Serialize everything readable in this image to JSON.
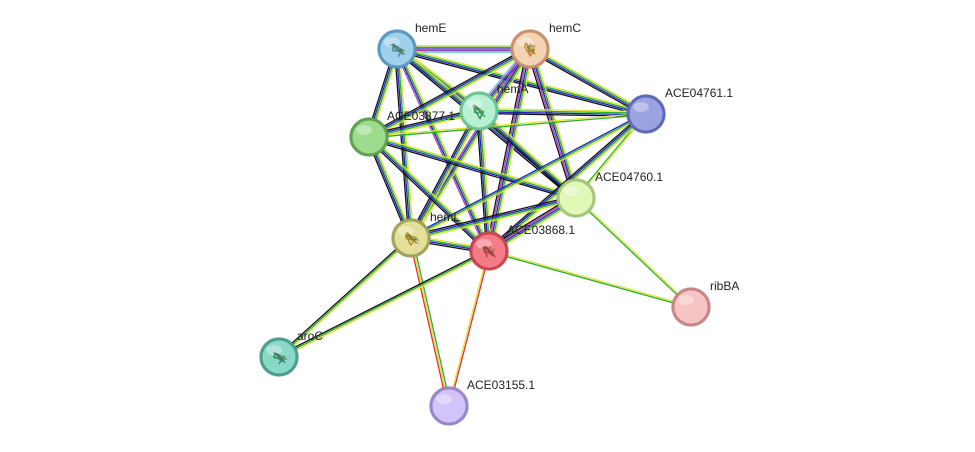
{
  "network": {
    "nodes": [
      {
        "id": "hemE",
        "label": "hemE",
        "color": "#9fd0ec",
        "ring": "#5a98c4",
        "structure": true,
        "glyph_color": "#3a8f9a"
      },
      {
        "id": "hemC",
        "label": "hemC",
        "color": "#f4d2b4",
        "ring": "#c9916a",
        "structure": true,
        "glyph_color": "#c98a2a"
      },
      {
        "id": "hemA",
        "label": "hemA",
        "color": "#b8f1d2",
        "ring": "#6cc597",
        "structure": true,
        "glyph_color": "#3aa070"
      },
      {
        "id": "ACE04761.1",
        "label": "ACE04761.1",
        "color": "#9ba3e0",
        "ring": "#5f69b7",
        "structure": false
      },
      {
        "id": "ACE03877.1",
        "label": "ACE03877.1",
        "color": "#9ddb8d",
        "ring": "#5ea24f",
        "structure": false
      },
      {
        "id": "ACE04760.1",
        "label": "ACE04760.1",
        "color": "#e2f8b6",
        "ring": "#a7c67a",
        "structure": false
      },
      {
        "id": "hemL",
        "label": "hemL",
        "color": "#e2e09a",
        "ring": "#a3a45a",
        "structure": true,
        "glyph_color": "#b48a1a"
      },
      {
        "id": "ACE03868.1",
        "label": "ACE03868.1",
        "color": "#f47c86",
        "ring": "#c9454f",
        "structure": true,
        "glyph_color": "#c0304a"
      },
      {
        "id": "ribBA",
        "label": "ribBA",
        "color": "#f6c4c4",
        "ring": "#c98585",
        "structure": false
      },
      {
        "id": "aroC",
        "label": "aroC",
        "color": "#8ad8c6",
        "ring": "#4a9e8d",
        "structure": true,
        "glyph_color": "#2a8a78"
      },
      {
        "id": "ACE03155.1",
        "label": "ACE03155.1",
        "color": "#d2c4fa",
        "ring": "#9885cc",
        "structure": false
      }
    ],
    "edges": [
      {
        "source": "hemE",
        "target": "hemC",
        "colors": [
          "#e0e040",
          "#2ab02a",
          "#2020c0",
          "#b040b0",
          "#60d0d0"
        ]
      },
      {
        "source": "hemE",
        "target": "hemA",
        "colors": [
          "#e0e040",
          "#2ab02a",
          "#2020c0",
          "#b040b0",
          "#60d0d0"
        ]
      },
      {
        "source": "hemE",
        "target": "ACE03877.1",
        "colors": [
          "#e0e040",
          "#2ab02a",
          "#2020c0",
          "#101010"
        ]
      },
      {
        "source": "hemE",
        "target": "ACE04761.1",
        "colors": [
          "#e0e040",
          "#2ab02a",
          "#2020c0",
          "#101010"
        ]
      },
      {
        "source": "hemE",
        "target": "ACE04760.1",
        "colors": [
          "#e0e040",
          "#2ab02a",
          "#2020c0",
          "#101010"
        ]
      },
      {
        "source": "hemE",
        "target": "hemL",
        "colors": [
          "#e0e040",
          "#2ab02a",
          "#2020c0",
          "#101010"
        ]
      },
      {
        "source": "hemE",
        "target": "ACE03868.1",
        "colors": [
          "#e0e040",
          "#2ab02a",
          "#2020c0",
          "#b040b0"
        ]
      },
      {
        "source": "hemC",
        "target": "hemA",
        "colors": [
          "#e0e040",
          "#2ab02a",
          "#2020c0",
          "#b040b0",
          "#60d0d0"
        ]
      },
      {
        "source": "hemC",
        "target": "ACE03877.1",
        "colors": [
          "#e0e040",
          "#2ab02a",
          "#2020c0",
          "#101010"
        ]
      },
      {
        "source": "hemC",
        "target": "ACE04761.1",
        "colors": [
          "#e0e040",
          "#2ab02a",
          "#2020c0",
          "#101010"
        ]
      },
      {
        "source": "hemC",
        "target": "ACE04760.1",
        "colors": [
          "#e0e040",
          "#2ab02a",
          "#2020c0",
          "#b040b0",
          "#101010"
        ]
      },
      {
        "source": "hemC",
        "target": "hemL",
        "colors": [
          "#e0e040",
          "#2ab02a",
          "#2020c0",
          "#b040b0"
        ]
      },
      {
        "source": "hemC",
        "target": "ACE03868.1",
        "colors": [
          "#e0e040",
          "#2ab02a",
          "#2020c0",
          "#b040b0",
          "#101010"
        ]
      },
      {
        "source": "hemA",
        "target": "ACE03877.1",
        "colors": [
          "#e0e040",
          "#2ab02a",
          "#2020c0",
          "#101010"
        ]
      },
      {
        "source": "hemA",
        "target": "ACE04761.1",
        "colors": [
          "#e0e040",
          "#2ab02a",
          "#2020c0",
          "#101010"
        ]
      },
      {
        "source": "hemA",
        "target": "ACE04760.1",
        "colors": [
          "#e0e040",
          "#2ab02a",
          "#2020c0",
          "#101010"
        ]
      },
      {
        "source": "hemA",
        "target": "hemL",
        "colors": [
          "#e0e040",
          "#2ab02a",
          "#2020c0",
          "#101010"
        ]
      },
      {
        "source": "hemA",
        "target": "ACE03868.1",
        "colors": [
          "#e0e040",
          "#2ab02a",
          "#2020c0",
          "#101010"
        ]
      },
      {
        "source": "ACE03877.1",
        "target": "ACE04761.1",
        "colors": [
          "#e0e040",
          "#2ab02a"
        ]
      },
      {
        "source": "ACE03877.1",
        "target": "ACE04760.1",
        "colors": [
          "#e0e040",
          "#2ab02a",
          "#2020c0",
          "#101010"
        ]
      },
      {
        "source": "ACE03877.1",
        "target": "hemL",
        "colors": [
          "#e0e040",
          "#2ab02a",
          "#2020c0",
          "#101010"
        ]
      },
      {
        "source": "ACE03877.1",
        "target": "ACE03868.1",
        "colors": [
          "#e0e040",
          "#2ab02a",
          "#2020c0",
          "#101010"
        ]
      },
      {
        "source": "ACE04761.1",
        "target": "ACE04760.1",
        "colors": [
          "#e0e040",
          "#2ab02a"
        ]
      },
      {
        "source": "ACE04761.1",
        "target": "hemL",
        "colors": [
          "#e0e040",
          "#2ab02a",
          "#2020c0"
        ]
      },
      {
        "source": "ACE04761.1",
        "target": "ACE03868.1",
        "colors": [
          "#e0e040",
          "#2ab02a",
          "#2020c0",
          "#101010"
        ]
      },
      {
        "source": "ACE04760.1",
        "target": "hemL",
        "colors": [
          "#e0e040",
          "#2ab02a",
          "#2020c0",
          "#101010"
        ]
      },
      {
        "source": "ACE04760.1",
        "target": "ACE03868.1",
        "colors": [
          "#e0e040",
          "#2ab02a",
          "#2020c0",
          "#b040b0",
          "#101010"
        ]
      },
      {
        "source": "ACE04760.1",
        "target": "ribBA",
        "colors": [
          "#e0e040",
          "#2ab02a"
        ]
      },
      {
        "source": "hemL",
        "target": "ACE03868.1",
        "colors": [
          "#e0e040",
          "#2ab02a",
          "#2020c0",
          "#101010"
        ]
      },
      {
        "source": "hemL",
        "target": "aroC",
        "colors": [
          "#e0e040",
          "#2ab02a",
          "#101010"
        ]
      },
      {
        "source": "hemL",
        "target": "ACE03155.1",
        "colors": [
          "#2ab02a",
          "#e0e040",
          "#e03030"
        ]
      },
      {
        "source": "ACE03868.1",
        "target": "aroC",
        "colors": [
          "#e0e040",
          "#2ab02a",
          "#101010"
        ]
      },
      {
        "source": "ACE03868.1",
        "target": "ACE03155.1",
        "colors": [
          "#e03030",
          "#e0e040"
        ]
      },
      {
        "source": "ACE03868.1",
        "target": "ribBA",
        "colors": [
          "#e0e040",
          "#2ab02a"
        ]
      }
    ]
  }
}
